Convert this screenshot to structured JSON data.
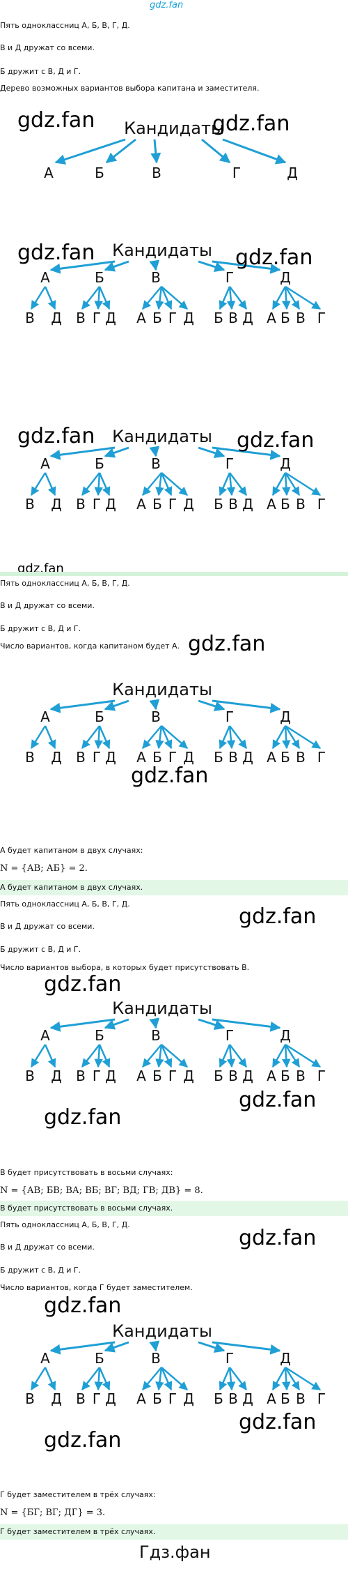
{
  "watermark_top": "gdz.fan",
  "watermark": "gdz.fan",
  "footer_watermark": "Гдз.фан",
  "conditions": {
    "line1": "Пять одноклассниц А, Б, В, Г, Д.",
    "line2": "В и Д дружат со всеми.",
    "line3": "Б дружит с В, Д и Г."
  },
  "part_a": {
    "heading": "Дерево возможных вариантов выбора капитана и заместителя."
  },
  "part_b": {
    "question": "Число вариантов, когда капитаном будет А.",
    "statement": "А будет капитаном в двух случаях:",
    "formula": "N = {АВ; АБ} = 2.",
    "answer": "А будет капитаном в двух случаях."
  },
  "part_c": {
    "question": "Число вариантов выбора, в которых будет присутствовать В.",
    "statement": "В будет присутствовать в восьми случаях:",
    "formula": "N = {АВ; БВ; ВА; ВБ; ВГ; ВД; ГВ; ДВ} = 8.",
    "answer": "В будет присутствовать в восьми случаях."
  },
  "part_d": {
    "question": "Число вариантов, когда Г будет заместителем.",
    "statement": "Г будет заместителем в трёх случаях:",
    "formula": "N = {БГ; ВГ; ДГ} = 3.",
    "answer": "Г будет заместителем в трёх случаях."
  },
  "tree": {
    "root": "Кандидаты",
    "candidates": [
      "А",
      "Б",
      "В",
      "Г",
      "Д"
    ],
    "deputies": [
      [
        "В",
        "Д"
      ],
      [
        "В",
        "Г",
        "Д"
      ],
      [
        "А",
        "Б",
        "Г",
        "Д"
      ],
      [
        "Б",
        "В",
        "Д"
      ],
      [
        "А",
        "Б",
        "В",
        "Г"
      ]
    ]
  },
  "colors": {
    "arrow": "#1f9fd5",
    "highlight": "#e3f7e6"
  }
}
